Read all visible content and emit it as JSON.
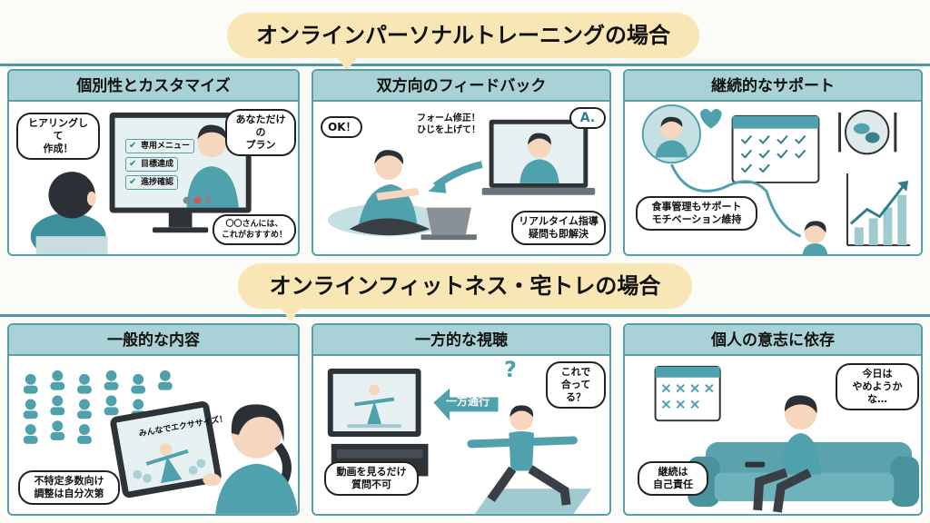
{
  "sections": {
    "personal": {
      "title": "オンラインパーソナルトレーニングの場合"
    },
    "fitness": {
      "title": "オンラインフィットネス・宅トレの場合"
    }
  },
  "panels": {
    "p1": {
      "title": "個別性とカスタマイズ",
      "bubble_left": "ヒアリングして\n作成！",
      "bubble_right": "あなただけの\nプラン",
      "checks": [
        "専用メニュー",
        "目標達成",
        "進捗確認"
      ],
      "bubble_bottom": "〇〇さんには、\nこれがおすすめ！"
    },
    "p2": {
      "title": "双方向のフィードバック",
      "bubble_ok": "OK！",
      "bubble_form": "フォーム修正！\nひじを上げて！",
      "bubble_a": "A.",
      "bubble_realtime": "リアルタイム指導\n疑問も即解決"
    },
    "p3": {
      "title": "継続的なサポート",
      "bubble_support": "食事管理もサポート\nモチベーション維持"
    },
    "p4": {
      "title": "一般的な内容",
      "tablet_text": "みんなでエクササイズ！",
      "bubble": "不特定多数向け\n調整は自分次第"
    },
    "p5": {
      "title": "一方的な視聴",
      "arrow_label": "一方通行",
      "question_mark": "?",
      "bubble_q": "これで\n合ってる？",
      "bubble_bottom": "動画を見るだけ\n質問不可"
    },
    "p6": {
      "title": "個人の意志に依存",
      "bubble_think": "今日は\nやめようかな…",
      "bubble_bottom": "継続は\n自己責任"
    }
  },
  "colors": {
    "teal": "#4f9aa6",
    "teal_light": "#a9d2d6",
    "pill": "#f8e6b5",
    "skin": "#f6d6bd",
    "hair": "#2b3036"
  }
}
